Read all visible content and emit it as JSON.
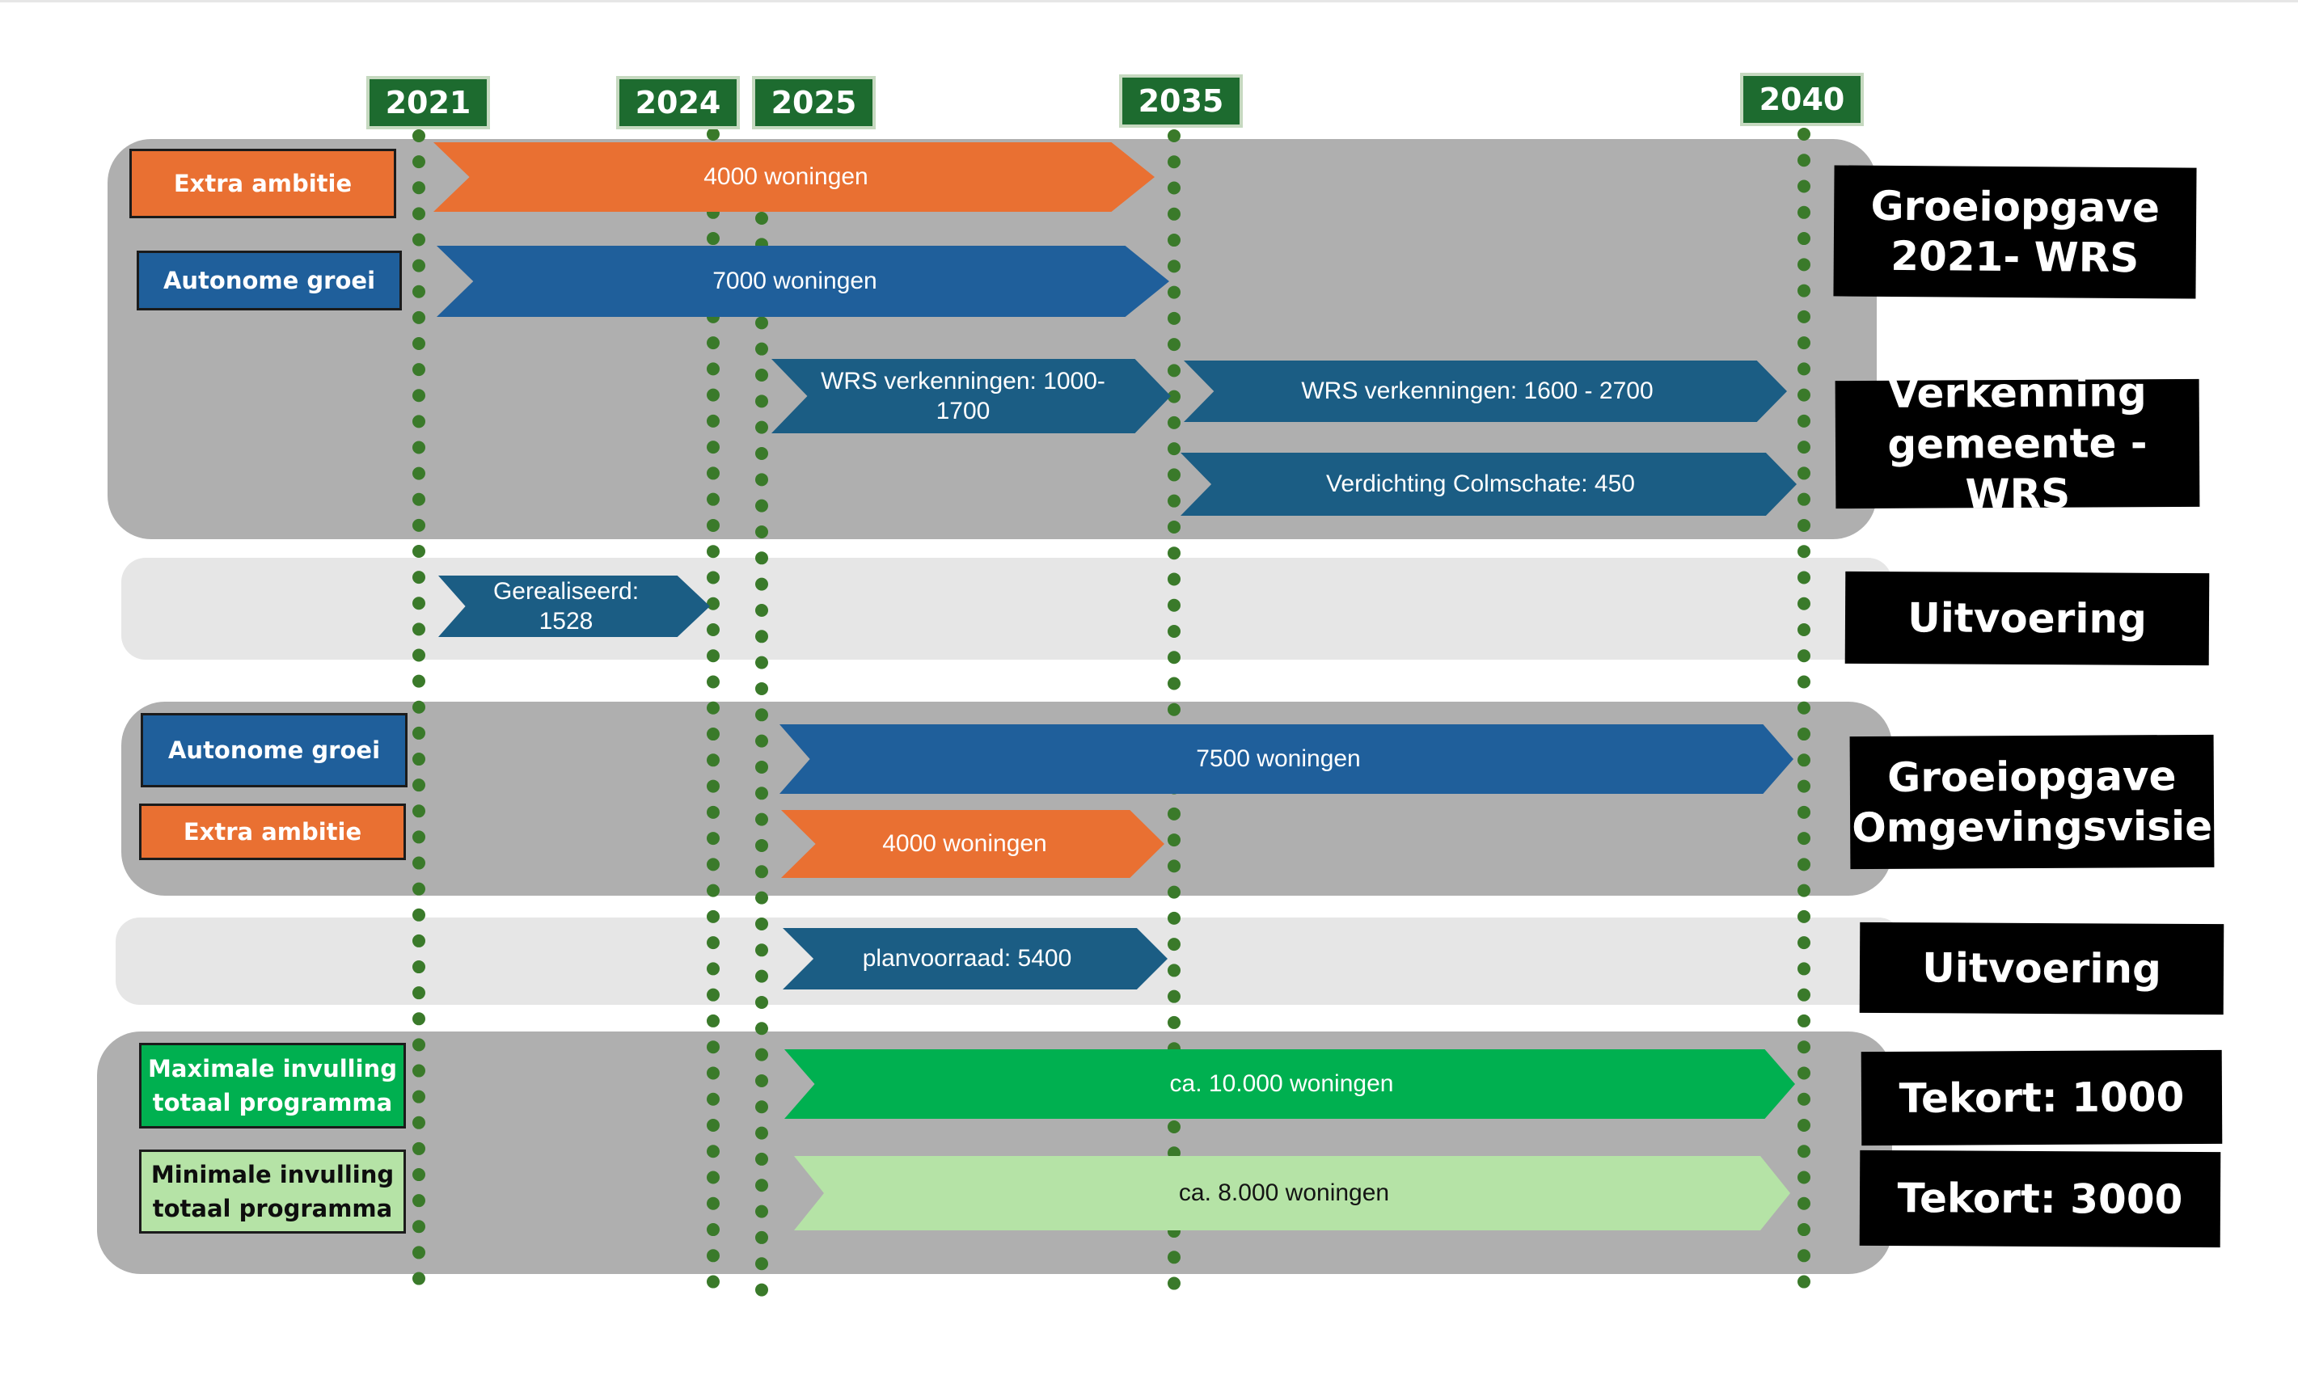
{
  "years": [
    "2021",
    "2024",
    "2025",
    "2035",
    "2040"
  ],
  "sections": [
    {
      "tag": "Groeiopgave 2021- WRS",
      "labels": [
        "Extra ambitie",
        "Autonome groei"
      ],
      "bars": [
        "4000 woningen",
        "7000 woningen"
      ]
    },
    {
      "tag": "Verkenning gemeente -WRS",
      "bars": [
        "WRS verkenningen: 1000-1700",
        "WRS verkenningen: 1600 - 2700",
        "Verdichting Colmschate: 450"
      ]
    },
    {
      "tag": "Uitvoering",
      "bars": [
        "Gerealiseerd: 1528"
      ]
    },
    {
      "tag": "Groeiopgave Omgevingsvisie",
      "labels": [
        "Autonome groei",
        "Extra ambitie"
      ],
      "bars": [
        "7500 woningen",
        "4000 woningen"
      ]
    },
    {
      "tag": "Uitvoering",
      "bars": [
        "planvoorraad: 5400"
      ]
    },
    {
      "tags": [
        "Tekort: 1000",
        "Tekort: 3000"
      ],
      "labels": [
        "Maximale invulling totaal programma",
        "Minimale invulling totaal programma"
      ],
      "bars": [
        "ca. 10.000 woningen",
        "ca. 8.000 woningen"
      ]
    }
  ],
  "colors": {
    "orange": "#e97032",
    "blue": "#1f5f9b",
    "teal": "#1b5d84",
    "green": "#00b050",
    "light_green": "#b5e3a6",
    "year_box": "#1d6b2f",
    "grid_line": "#3a7a2a",
    "panel_dark": "#afafaf",
    "panel_light": "#e6e6e6",
    "tag_bg": "#000000"
  },
  "icons": [
    "chevron-arrow-shape",
    "rough-edged-black-tag"
  ]
}
